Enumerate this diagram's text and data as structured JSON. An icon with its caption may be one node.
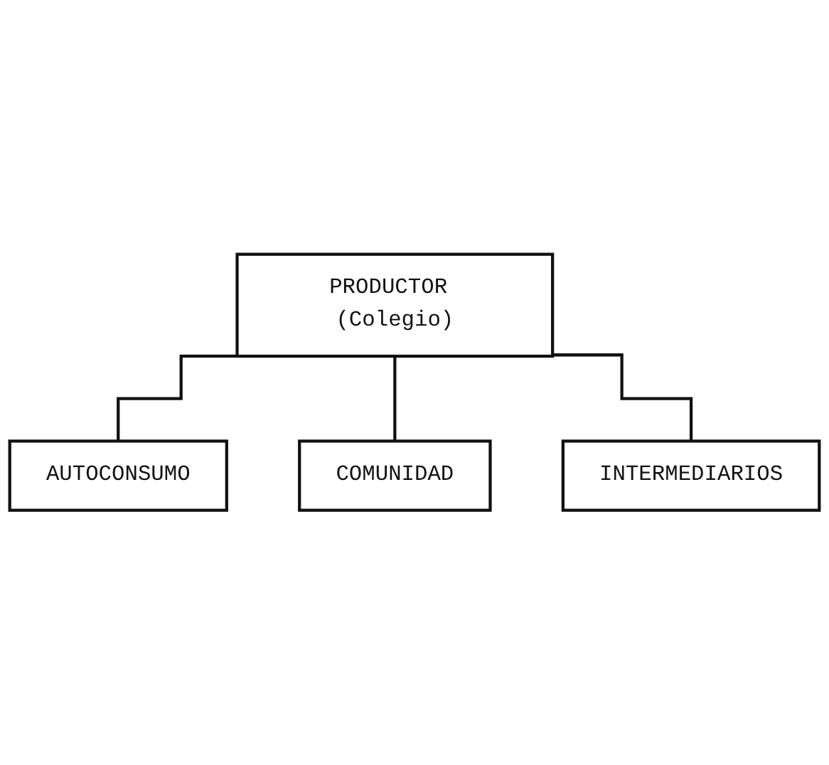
{
  "diagram": {
    "nodes": [
      {
        "text": [
          "PRODUCTOR (Colegio)"
        ]
      },
      {
        "text": [
          "AUTOCONSUMO"
        ]
      },
      {
        "text": [
          "COMUNIDAD"
        ]
      },
      {
        "text": [
          "INTERMEDIARIOS"
        ]
      }
    ],
    "edges": [
      {
        "from": 0,
        "to": 1,
        "arrow": "none"
      },
      {
        "from": 0,
        "to": 2,
        "arrow": "none"
      },
      {
        "from": 0,
        "to": 3,
        "arrow": "none"
      }
    ]
  }
}
